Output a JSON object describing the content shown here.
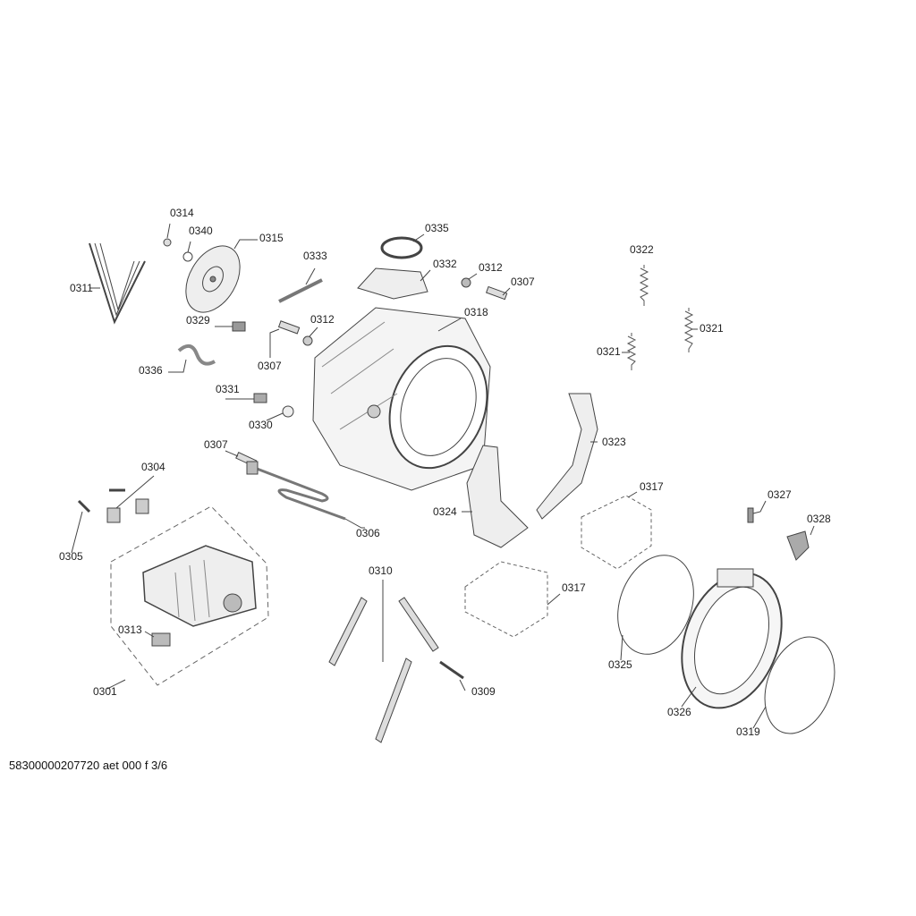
{
  "labels": {
    "l0314": "0314",
    "l0340": "0340",
    "l0315": "0315",
    "l0311": "0311",
    "l0333": "0333",
    "l0335": "0335",
    "l0332": "0332",
    "l0312a": "0312",
    "l0307a": "0307",
    "l0318": "0318",
    "l0322": "0322",
    "l0321a": "0321",
    "l0321b": "0321",
    "l0329": "0329",
    "l0312b": "0312",
    "l0307b": "0307",
    "l0336": "0336",
    "l0331": "0331",
    "l0330": "0330",
    "l0323": "0323",
    "l0307c": "0307",
    "l0304": "0304",
    "l0317a": "0317",
    "l0327": "0327",
    "l0328": "0328",
    "l0324": "0324",
    "l0306": "0306",
    "l0305": "0305",
    "l0310": "0310",
    "l0317b": "0317",
    "l0313": "0313",
    "l0325": "0325",
    "l0309": "0309",
    "l0326": "0326",
    "l0301": "0301",
    "l0319": "0319"
  },
  "footer": "58300000207720 aet 000 f 3/6"
}
